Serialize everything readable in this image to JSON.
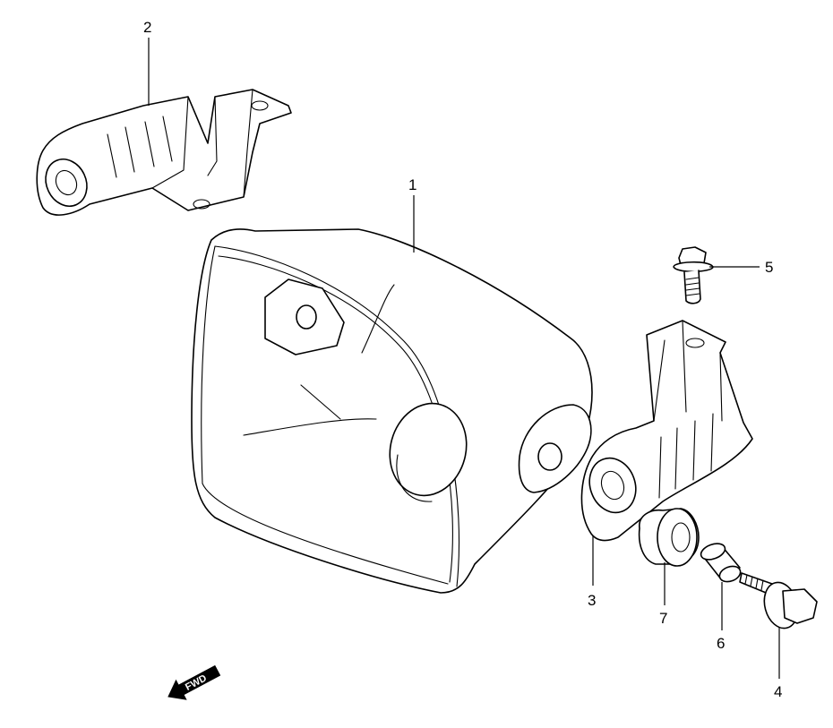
{
  "callouts": {
    "c1": "1",
    "c2": "2",
    "c3": "3",
    "c4": "4",
    "c5": "5",
    "c6": "6",
    "c7": "7"
  },
  "fwd_label": "FWD",
  "icons": {
    "fwd_arrow": "fwd-arrow-icon"
  }
}
